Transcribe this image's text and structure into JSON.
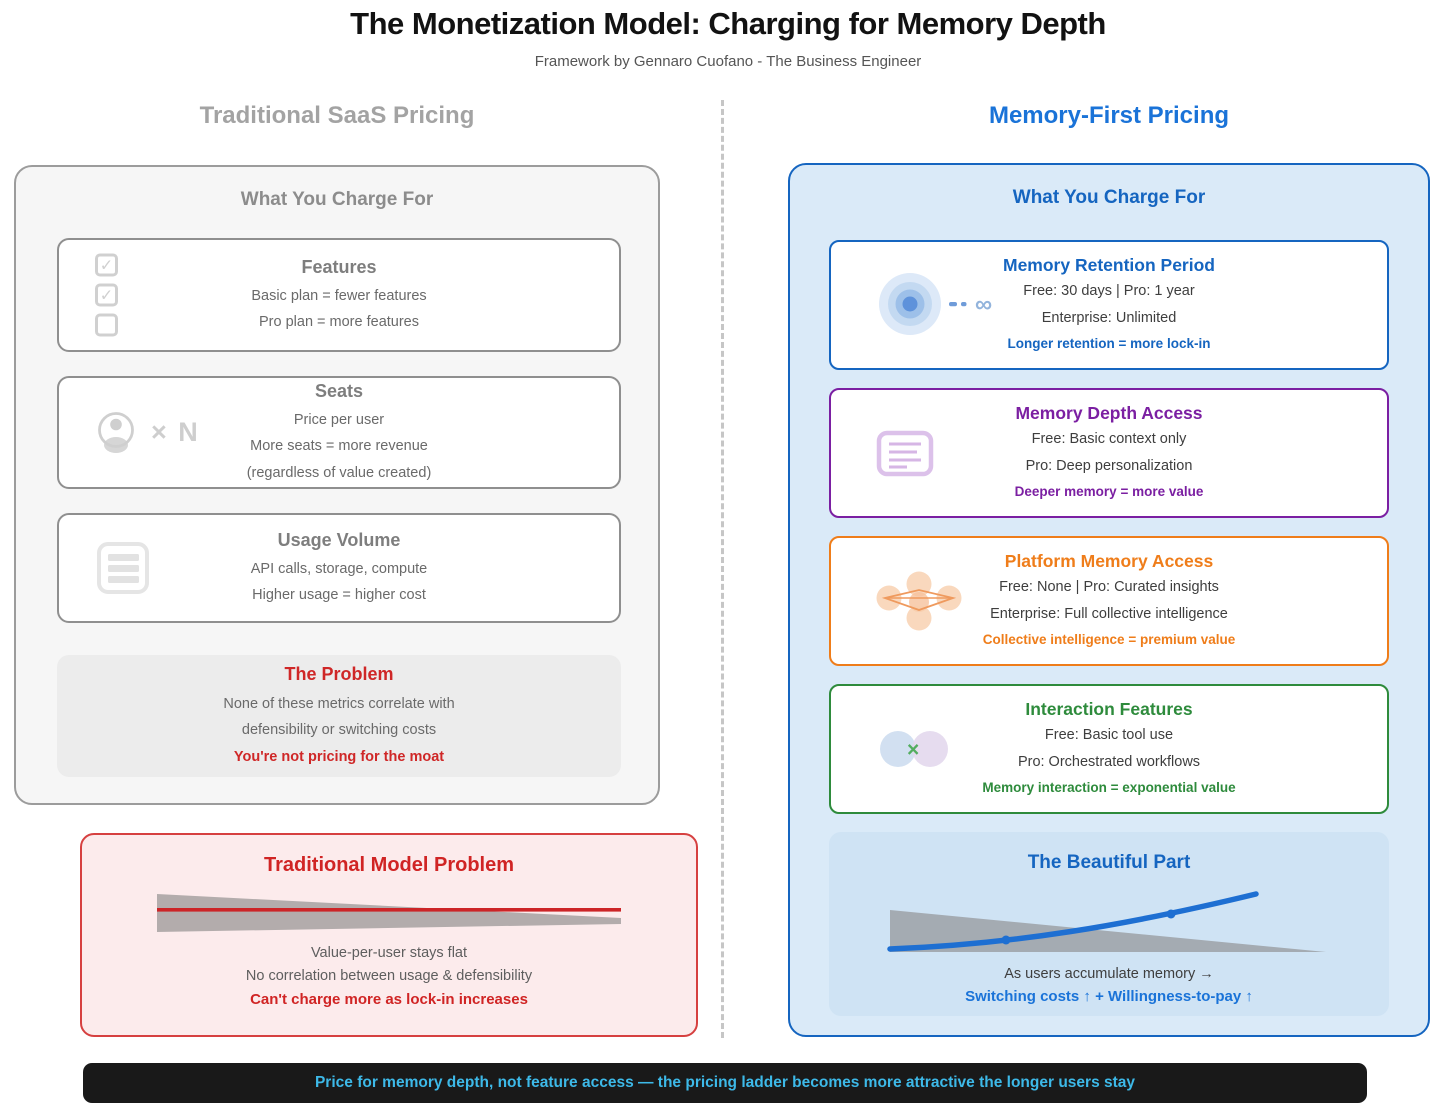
{
  "header": {
    "title": "The Monetization Model: Charging for Memory Depth",
    "subtitle": "Framework by Gennaro Cuofano - The Business Engineer"
  },
  "columns": {
    "left_heading": "Traditional SaaS Pricing",
    "right_heading": "Memory-First Pricing"
  },
  "left_panel": {
    "heading": "What You Charge For",
    "boxes": [
      {
        "title": "Features",
        "icon": "checkboxes-icon",
        "lines": [
          "Basic plan = fewer features",
          "Pro plan = more features"
        ]
      },
      {
        "title": "Seats",
        "icon": "user-icon",
        "icon_label": "× N",
        "lines": [
          "Price per user",
          "More seats = more revenue",
          "(regardless of value created)"
        ]
      },
      {
        "title": "Usage Volume",
        "icon": "document-icon",
        "lines": [
          "API calls, storage, compute",
          "Higher usage = higher cost"
        ]
      }
    ],
    "problem": {
      "title": "The Problem",
      "lines": [
        "None of these metrics correlate with",
        "defensibility or switching costs"
      ],
      "highlight": "You're not pricing for the moat"
    }
  },
  "red_box": {
    "title": "Traditional Model Problem",
    "chart": "flat-value-wedge-chart",
    "lines": [
      "Value-per-user stays flat",
      "No correlation between usage & defensibility"
    ],
    "highlight": "Can't charge more as lock-in increases"
  },
  "right_panel": {
    "heading": "What You Charge For",
    "cards": [
      {
        "title": "Memory Retention Period",
        "accent": "#1565c0",
        "icon": "memory-rings-infinity-icon",
        "lines": [
          "Free: 30 days | Pro: 1 year",
          "Enterprise: Unlimited"
        ],
        "highlight": "Longer retention = more lock-in"
      },
      {
        "title": "Memory Depth Access",
        "accent": "#7b1fa2",
        "icon": "memory-depth-document-icon",
        "lines": [
          "Free: Basic context only",
          "Pro: Deep personalization"
        ],
        "highlight": "Deeper memory = more value"
      },
      {
        "title": "Platform Memory Access",
        "accent": "#ef7d1a",
        "icon": "network-cluster-icon",
        "lines": [
          "Free: None | Pro: Curated insights",
          "Enterprise: Full collective intelligence"
        ],
        "highlight": "Collective intelligence = premium value"
      },
      {
        "title": "Interaction Features",
        "accent": "#2e8b3c",
        "icon": "interaction-circles-icon",
        "lines": [
          "Free: Basic tool use",
          "Pro: Orchestrated workflows"
        ],
        "highlight": "Memory interaction = exponential value"
      }
    ],
    "beautiful": {
      "title": "The Beautiful Part",
      "chart": "rising-value-wedge-chart",
      "line": "As users accumulate memory →",
      "highlight": "Switching costs ↑ + Willingness-to-pay ↑"
    }
  },
  "footer": {
    "text": "Price for memory depth, not feature access — the pricing ladder becomes more attractive the longer users stay"
  },
  "colors": {
    "accent_blue": "#1565c0",
    "accent_purple": "#7b1fa2",
    "accent_orange": "#ef7d1a",
    "accent_green": "#2e8b3c",
    "accent_red": "#cf2727",
    "footer_text": "#3db9e8"
  }
}
